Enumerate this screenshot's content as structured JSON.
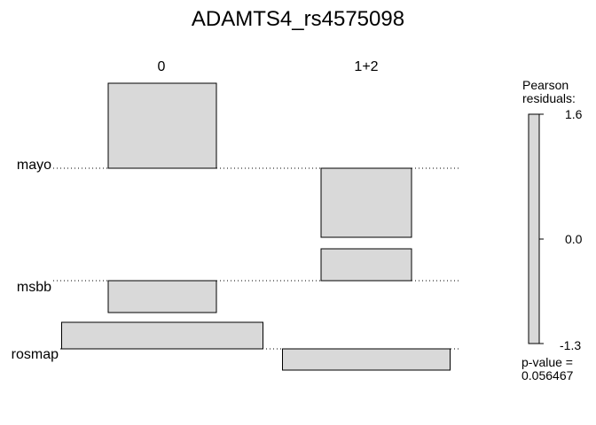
{
  "chart_data": {
    "type": "association-plot",
    "title": "ADAMTS4_rs4575098",
    "columns": [
      "0",
      "1+2"
    ],
    "rows": [
      "mayo",
      "msbb",
      "rosmap"
    ],
    "pearson_residuals": [
      [
        1.6,
        -1.3
      ],
      [
        -0.6,
        0.6
      ],
      [
        0.5,
        -0.4
      ]
    ],
    "legend": {
      "title_line1": "Pearson",
      "title_line2": "residuals:",
      "max_label": "1.6",
      "mid_label": "0.0",
      "min_label": "-1.3",
      "range": [
        -1.3,
        1.6
      ],
      "placement": "right"
    },
    "pvalue": {
      "line1": "p-value =",
      "line2": "0.056467"
    },
    "colors": {
      "cell_fill": "#d9d9d9",
      "stroke": "#000000"
    }
  }
}
